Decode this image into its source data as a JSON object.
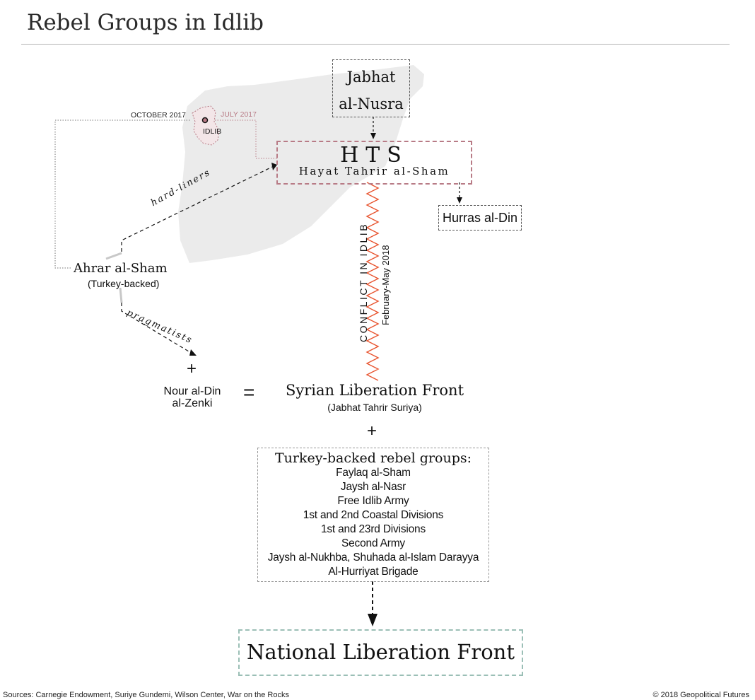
{
  "title": "Rebel Groups in Idlib",
  "map": {
    "october_label": "OCTOBER 2017",
    "july_label": "JULY 2017",
    "idlib_label": "IDLIB"
  },
  "nodes": {
    "nusra": {
      "line1": "Jabhat",
      "line2": "al-Nusra"
    },
    "hts": {
      "abbr": "HTS",
      "full": "Hayat Tahrir al-Sham"
    },
    "hurras": "Hurras al-Din",
    "ahrar": {
      "name": "Ahrar al-Sham",
      "sub": "(Turkey-backed)"
    },
    "zenki": {
      "line1": "Nour al-Din",
      "line2": "al-Zenki"
    },
    "slf": {
      "name": "Syrian Liberation Front",
      "sub": "(Jabhat Tahrir Suriya)"
    },
    "turkey_groups": {
      "heading": "Turkey-backed rebel groups:",
      "items": [
        "Faylaq al-Sham",
        "Jaysh al-Nasr",
        "Free Idlib Army",
        "1st and 2nd Coastal Divisions",
        "1st and 23rd Divisions",
        "Second Army",
        "Jaysh al-Nukhba, Shuhada al-Islam Darayya",
        "Al-Hurriyat Brigade"
      ]
    },
    "nlf": "National Liberation Front"
  },
  "labels": {
    "hardliners": "hard-liners",
    "pragmatists": "pragmatists",
    "conflict": "CONFLICT IN IDLIB",
    "conflict_date": "February-May 2018"
  },
  "operators": {
    "plus": "+",
    "equals": "="
  },
  "footer": {
    "sources": "Sources: Carnegie Endowment, Suriye Gundemi, Wilson Center, War on the Rocks",
    "copyright": "© 2018 Geopolitical Futures"
  },
  "colors": {
    "conflict_zigzag": "#e8542f",
    "hts_border": "#b87b86",
    "nlf_border": "#9bbfb6",
    "map_fill": "#ebebeb"
  }
}
